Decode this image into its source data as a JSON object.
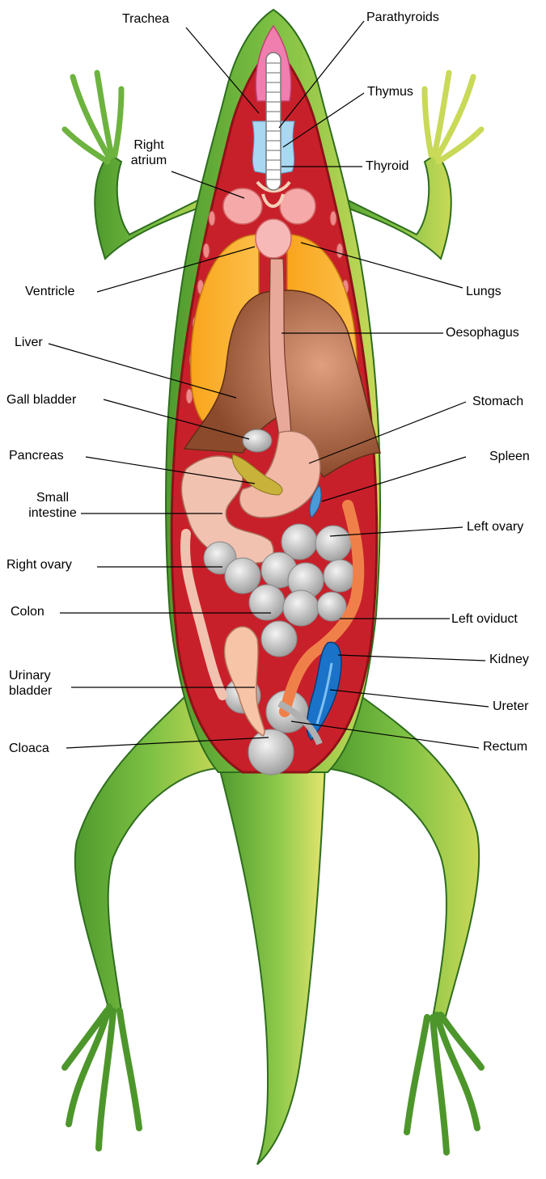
{
  "labels": {
    "trachea": "Trachea",
    "parathyroids": "Parathyroids",
    "thymus": "Thymus",
    "right_atrium_1": "Right",
    "right_atrium_2": "atrium",
    "thyroid": "Thyroid",
    "ventricle": "Ventricle",
    "lungs": "Lungs",
    "liver": "Liver",
    "oesophagus": "Oesophagus",
    "gall_bladder": "Gall bladder",
    "stomach": "Stomach",
    "pancreas": "Pancreas",
    "spleen": "Spleen",
    "small_intestine_1": "Small",
    "small_intestine_2": "intestine",
    "left_ovary": "Left ovary",
    "right_ovary": "Right ovary",
    "colon": "Colon",
    "left_oviduct": "Left oviduct",
    "urinary_bladder_1": "Urinary",
    "urinary_bladder_2": "bladder",
    "kidney": "Kidney",
    "ureter": "Ureter",
    "cloaca": "Cloaca",
    "rectum": "Rectum"
  },
  "colors": {
    "skin": "#6db33f",
    "skin_dark": "#3f8a2a",
    "skin_light": "#d9e36a",
    "body_cavity": "#c8202a",
    "lungs": "#f7a21b",
    "liver": "#8b4a2b",
    "heart": "#f6a9a9",
    "ovary": "#c9c9c9",
    "oviduct": "#f0804a",
    "kidney": "#1a73c8",
    "pancreas": "#c9b23a",
    "intestine": "#f2c2b0"
  }
}
